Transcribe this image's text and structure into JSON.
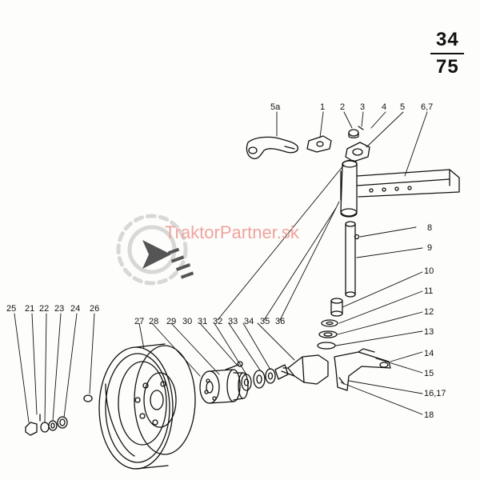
{
  "page_number": {
    "top": "34",
    "bottom": "75"
  },
  "watermark": {
    "brand": "TraktorPartner",
    "suffix": ".sk"
  },
  "parts": [
    {
      "id": "p1",
      "label": "5a"
    },
    {
      "id": "p2",
      "label": "1"
    },
    {
      "id": "p3",
      "label": "2"
    },
    {
      "id": "p4",
      "label": "3"
    },
    {
      "id": "p5",
      "label": "4"
    },
    {
      "id": "p6",
      "label": "5"
    },
    {
      "id": "p7",
      "label": "6,7"
    },
    {
      "id": "p8",
      "label": "8"
    },
    {
      "id": "p9",
      "label": "9"
    },
    {
      "id": "p10",
      "label": "10"
    },
    {
      "id": "p11",
      "label": "11"
    },
    {
      "id": "p12",
      "label": "12"
    },
    {
      "id": "p13",
      "label": "13"
    },
    {
      "id": "p14",
      "label": "14"
    },
    {
      "id": "p15",
      "label": "15"
    },
    {
      "id": "p16",
      "label": "16,17"
    },
    {
      "id": "p17",
      "label": "18"
    },
    {
      "id": "p18",
      "label": "25"
    },
    {
      "id": "p19",
      "label": "21"
    },
    {
      "id": "p20",
      "label": "22"
    },
    {
      "id": "p21",
      "label": "23"
    },
    {
      "id": "p22",
      "label": "24"
    },
    {
      "id": "p23",
      "label": "26"
    },
    {
      "id": "p24",
      "label": "27"
    },
    {
      "id": "p25",
      "label": "28"
    },
    {
      "id": "p26",
      "label": "29"
    },
    {
      "id": "p27",
      "label": "30"
    },
    {
      "id": "p28",
      "label": "31"
    },
    {
      "id": "p29",
      "label": "32"
    },
    {
      "id": "p30",
      "label": "33"
    },
    {
      "id": "p31",
      "label": "34"
    },
    {
      "id": "p32",
      "label": "35"
    },
    {
      "id": "p33",
      "label": "36"
    }
  ],
  "colors": {
    "ink": "#111111",
    "watermark": "#f0a49e",
    "watermark_gear": "#d8d8d8",
    "watermark_arrow": "#555555"
  }
}
